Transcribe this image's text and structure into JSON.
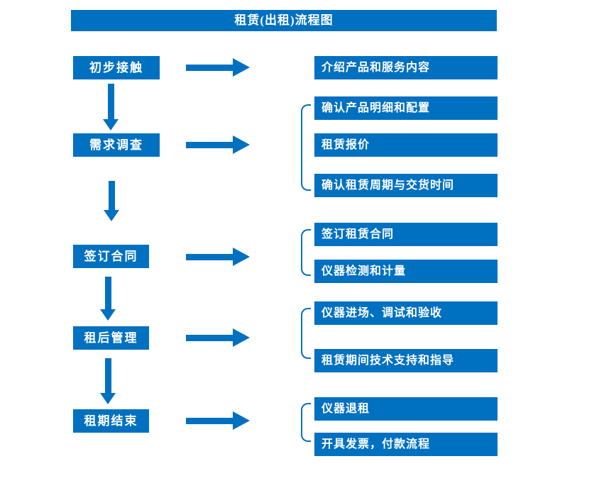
{
  "title": "租赁(出租)流程图",
  "colors": {
    "accent": "#0070C0",
    "text_on_accent": "#FFFFFF",
    "background": "#FFFFFF"
  },
  "steps": [
    {
      "label": "初步接触",
      "outputs": [
        "介绍产品和服务内容"
      ]
    },
    {
      "label": "需求调查",
      "outputs": [
        "确认产品明细和配置",
        "租赁报价",
        "确认租赁周期与交货时间"
      ]
    },
    {
      "label": "签订合同",
      "outputs": [
        "签订租赁合同",
        "仪器检测和计量"
      ]
    },
    {
      "label": "租后管理",
      "outputs": [
        "仪器进场、调试和验收",
        "租赁期间技术支持和指导"
      ]
    },
    {
      "label": "租期结束",
      "outputs": [
        "仪器退租",
        "开具发票，付款流程"
      ]
    }
  ]
}
